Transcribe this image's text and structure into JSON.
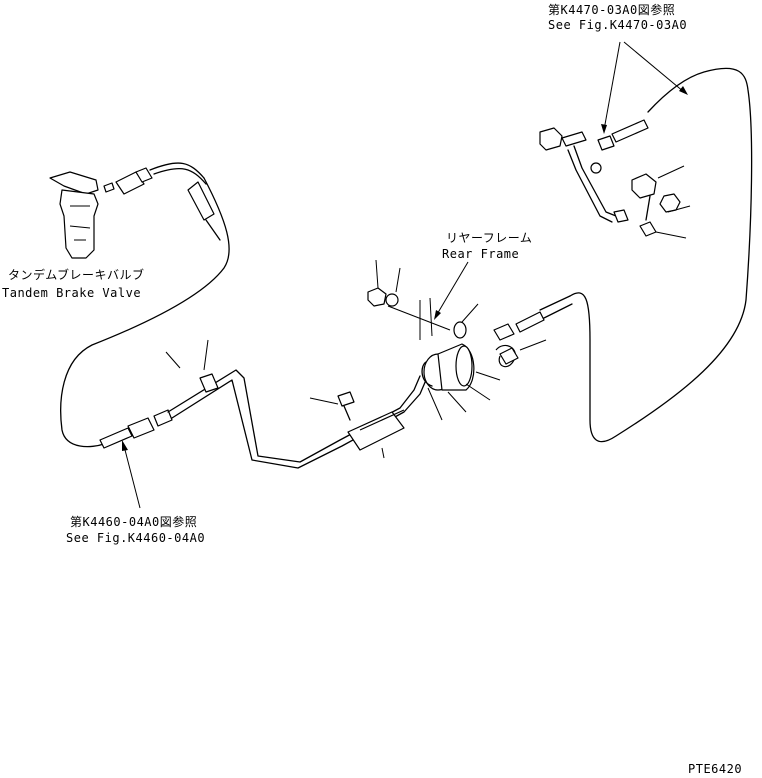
{
  "labels": {
    "ref_top_jp": "第K4470-03A0図参照",
    "ref_top_en": "See Fig.K4470-03A0",
    "valve_jp": "タンデムブレーキバルブ",
    "valve_en": "Tandem Brake Valve",
    "frame_jp": "リヤーフレーム",
    "frame_en": "Rear Frame",
    "ref_bottom_jp": "第K4460-04A0図参照",
    "ref_bottom_en": "See Fig.K4460-04A0",
    "drawing_code": "PTE6420"
  }
}
